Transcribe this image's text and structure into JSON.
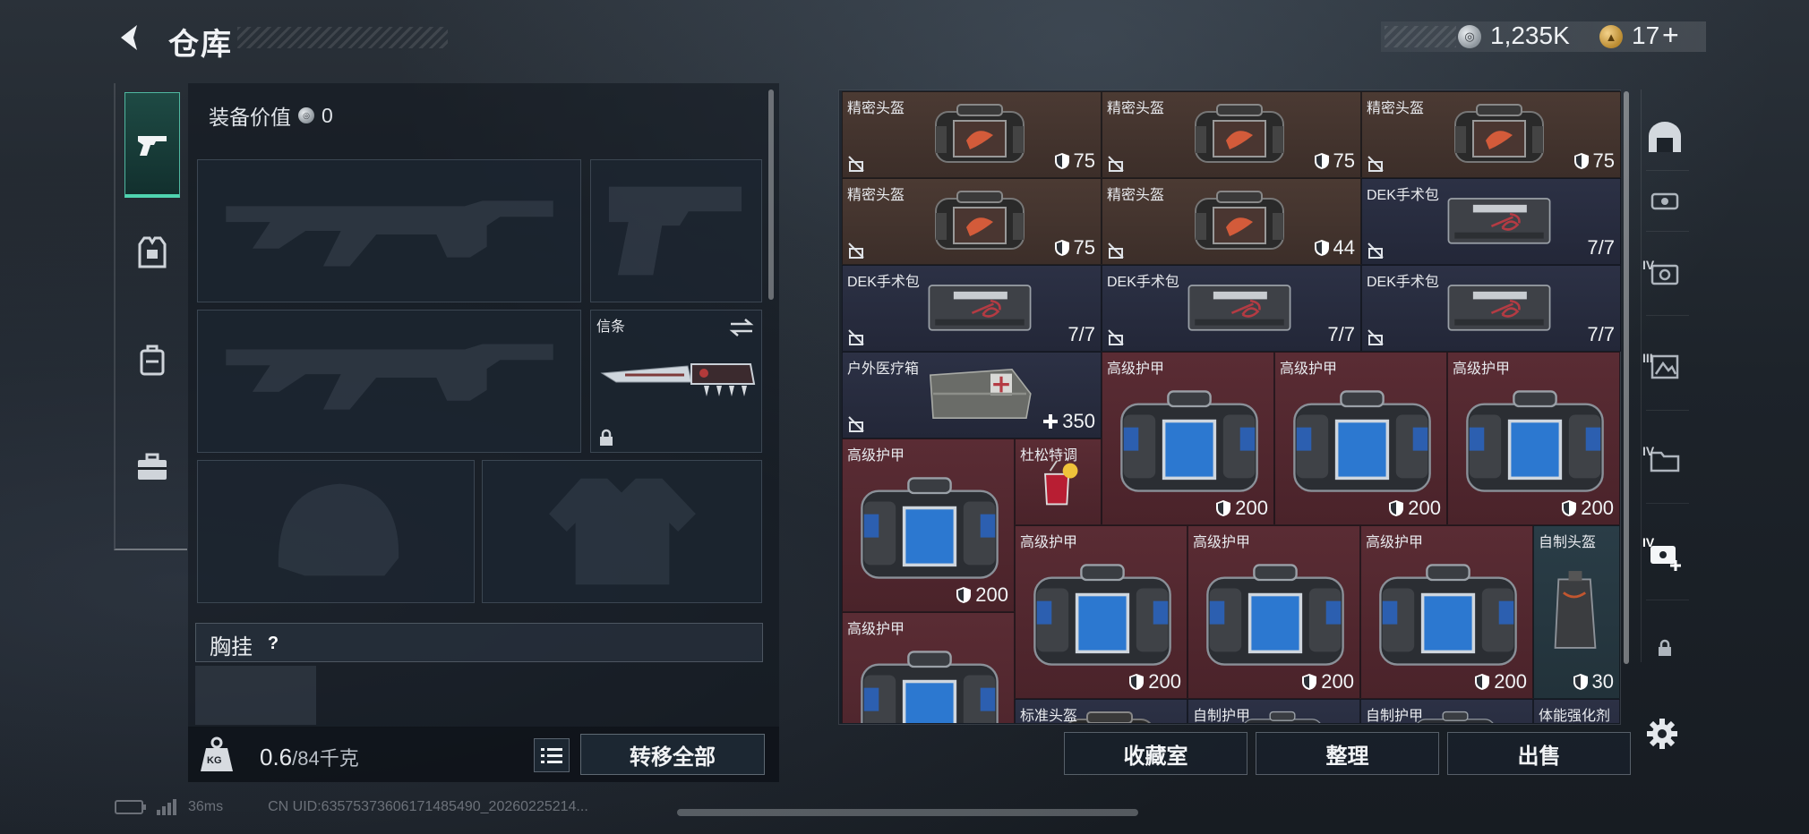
{
  "header": {
    "title": "仓库",
    "currency_silver": "1,235K",
    "currency_gold": "17",
    "gold_plus": "+"
  },
  "side_tabs": [
    {
      "name": "weapon",
      "active": true
    },
    {
      "name": "armor"
    },
    {
      "name": "backpack"
    },
    {
      "name": "case"
    }
  ],
  "equipment": {
    "value_label": "装备价值",
    "value": "0",
    "slot_knife_label": "信条",
    "chest_label": "胸挂",
    "help": "?"
  },
  "weight": {
    "current": "0.6",
    "max": "/84千克",
    "icon_text": "KG"
  },
  "buttons": {
    "transfer_all": "转移全部",
    "collection": "收藏室",
    "organize": "整理",
    "sell": "出售"
  },
  "inventory": {
    "items": [
      {
        "name": "精密头盔",
        "value": "75",
        "icon": "shield",
        "color": "brown",
        "art": "helmet"
      },
      {
        "name": "精密头盔",
        "value": "75",
        "icon": "shield",
        "color": "brown",
        "art": "helmet"
      },
      {
        "name": "精密头盔",
        "value": "75",
        "icon": "shield",
        "color": "brown",
        "art": "helmet"
      },
      {
        "name": "精密头盔",
        "value": "75",
        "icon": "shield",
        "color": "brown",
        "art": "helmet"
      },
      {
        "name": "精密头盔",
        "value": "44",
        "icon": "shield",
        "color": "brown",
        "art": "helmet"
      },
      {
        "name": "DEK手术包",
        "value": "7/7",
        "color": "navy",
        "art": "medkit"
      },
      {
        "name": "DEK手术包",
        "value": "7/7",
        "color": "navy",
        "art": "medkit"
      },
      {
        "name": "DEK手术包",
        "value": "7/7",
        "color": "navy",
        "art": "medkit"
      },
      {
        "name": "DEK手术包",
        "value": "7/7",
        "color": "navy",
        "art": "medkit"
      },
      {
        "name": "户外医疗箱",
        "value": "350",
        "icon": "plus",
        "color": "navy",
        "art": "firstaid"
      },
      {
        "name": "高级护甲",
        "value": "200",
        "icon": "shield",
        "color": "red",
        "art": "armor"
      },
      {
        "name": "高级护甲",
        "value": "200",
        "icon": "shield",
        "color": "red",
        "art": "armor"
      },
      {
        "name": "高级护甲",
        "value": "200",
        "icon": "shield",
        "color": "red",
        "art": "armor"
      },
      {
        "name": "高级护甲",
        "value": "200",
        "icon": "shield",
        "color": "red",
        "art": "armor"
      },
      {
        "name": "杜松特调",
        "value": "",
        "color": "red",
        "art": "drink"
      },
      {
        "name": "高级护甲",
        "value": "200",
        "icon": "shield",
        "color": "red",
        "art": "armor"
      },
      {
        "name": "高级护甲",
        "value": "200",
        "icon": "shield",
        "color": "red",
        "art": "armor"
      },
      {
        "name": "高级护甲",
        "value": "200",
        "icon": "shield",
        "color": "red",
        "art": "armor"
      },
      {
        "name": "自制头盔",
        "value": "30",
        "icon": "shield",
        "color": "teal",
        "art": "bag"
      },
      {
        "name": "高级护甲",
        "value": "",
        "color": "red",
        "art": "armor"
      },
      {
        "name": "标准头盔",
        "value": "",
        "color": "navy",
        "art": "helmet"
      },
      {
        "name": "自制护甲",
        "value": "",
        "color": "navy",
        "art": "armor"
      },
      {
        "name": "自制护甲",
        "value": "",
        "color": "navy",
        "art": "armor"
      },
      {
        "name": "体能强化剂",
        "value": "",
        "color": "navy",
        "art": "none"
      }
    ]
  },
  "categories": [
    {
      "name": "helmet-category"
    },
    {
      "name": "armor-category",
      "tier": ""
    },
    {
      "name": "medkit-category",
      "tier": "IV"
    },
    {
      "name": "map-category",
      "tier": "III"
    },
    {
      "name": "folder-category",
      "tier": "IV"
    },
    {
      "name": "new-item-category",
      "tier": "IV"
    },
    {
      "name": "locked-category"
    }
  ],
  "status": {
    "ping": "36ms",
    "uid": "CN UID:6357537360617148549­0_20260225214..."
  }
}
